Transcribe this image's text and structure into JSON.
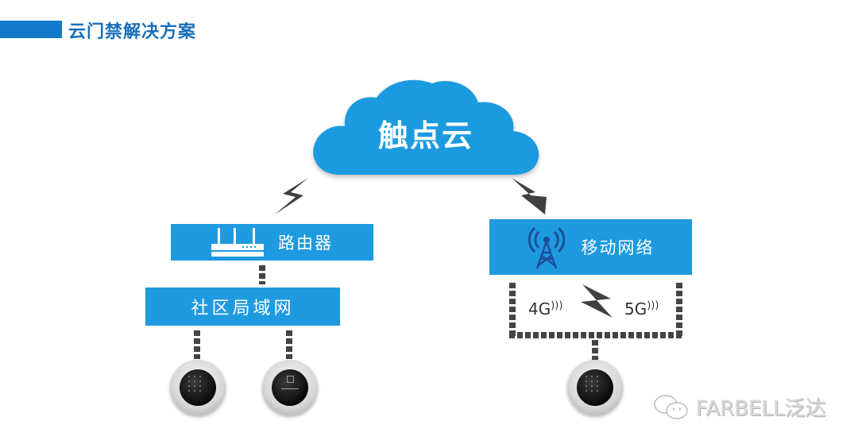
{
  "header": {
    "title": "云门禁解决方案"
  },
  "cloud": {
    "label": "触点云",
    "color": "#1e9ae0"
  },
  "router": {
    "label": "路由器",
    "icon": "router-icon"
  },
  "lan": {
    "label": "社区局域网"
  },
  "mobile": {
    "label": "移动网络",
    "icon": "cell-tower-icon"
  },
  "networks": {
    "left": "4G",
    "right": "5G"
  },
  "devices": [
    {
      "type": "keypad-access-reader",
      "icon": "keypad-device-icon"
    },
    {
      "type": "card-access-reader",
      "icon": "card-reader-device-icon"
    },
    {
      "type": "keypad-access-reader",
      "icon": "keypad-device-icon"
    }
  ],
  "watermark": {
    "text": "FARBELL泛达",
    "icon": "wechat-icon"
  },
  "colors": {
    "accent": "#1e9ae0",
    "title": "#1a6fb8",
    "connector": "#444444"
  }
}
